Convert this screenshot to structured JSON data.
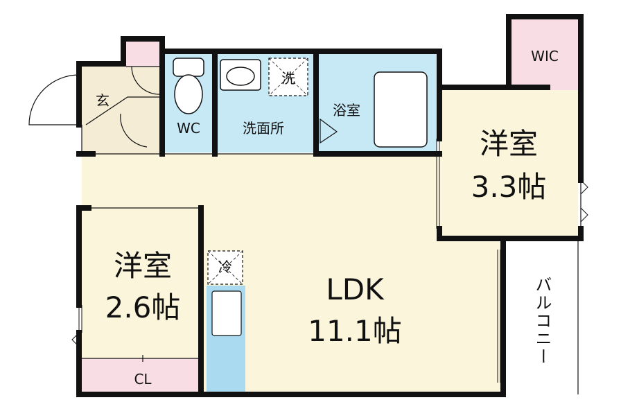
{
  "colors": {
    "wall": "#111111",
    "wet_area": "#c7e9f6",
    "living_floor": "#fbf5dc",
    "storage": "#f9dde4",
    "entrance": "#f4ecd4",
    "fixture": "#a9daf0"
  },
  "rooms": {
    "entrance": "玄",
    "toilet": "WC",
    "washroom": "洗面所",
    "washer": "洗",
    "bathroom": "浴室",
    "wic": "WIC",
    "western_room_1_name": "洋室",
    "western_room_1_size": "3.3帖",
    "western_room_2_name": "洋室",
    "western_room_2_size": "2.6帖",
    "closet": "CL",
    "fridge": "冷",
    "ldk_name": "LDK",
    "ldk_size": "11.1帖",
    "balcony": "バルコニー"
  },
  "icons": [
    "entrance-door-icon",
    "toilet-icon",
    "washbasin-icon",
    "bathtub-icon",
    "kitchen-sink-icon",
    "sliding-door-icon"
  ]
}
